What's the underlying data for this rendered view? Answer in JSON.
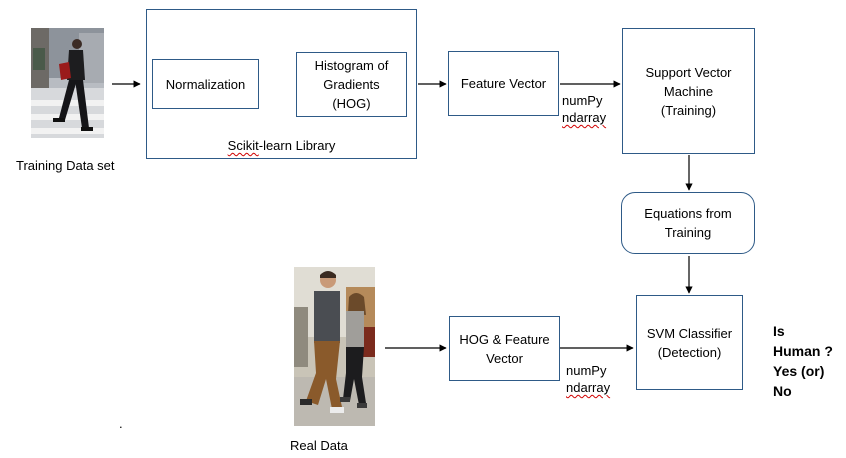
{
  "diagram": {
    "training": {
      "input_caption": "Training Data set",
      "library_label": "Scikit-learn Library",
      "normalization": "Normalization",
      "hog": "Histogram of\nGradients\n(HOG)",
      "feature_vector": "Feature Vector",
      "numpy_line1": "numPy",
      "numpy_line2": "ndarray",
      "svm": "Support Vector\nMachine\n(Training)",
      "equations": "Equations from\nTraining"
    },
    "detection": {
      "input_caption": "Real Data",
      "hog_feature": "HOG & Feature\nVector",
      "numpy_line1": "numPy",
      "numpy_line2": "ndarray",
      "classifier": "SVM Classifier\n(Detection)",
      "output": "Is\nHuman ?\nYes (or)\nNo"
    },
    "stray_mark": "."
  },
  "colors": {
    "box_border": "#2e5a87",
    "spellcheck": "#d00000"
  }
}
